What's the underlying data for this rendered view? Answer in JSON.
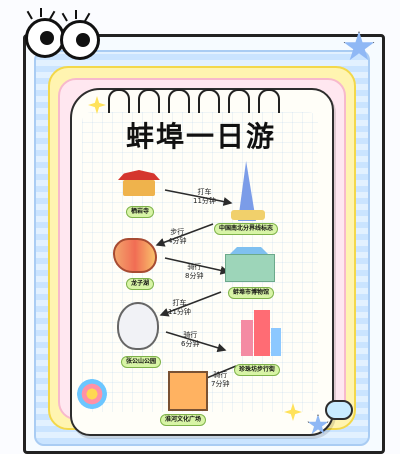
{
  "poster": {
    "title": "蚌埠一日游"
  },
  "nodes": [
    {
      "name": "栖岩寺"
    },
    {
      "name": "中国南北分界线标志"
    },
    {
      "name": "龙子湖"
    },
    {
      "name": "蚌埠市博物馆"
    },
    {
      "name": "张公山公园"
    },
    {
      "name": "珍珠坊步行街"
    },
    {
      "name": "淮河文化广场"
    }
  ],
  "routes": [
    {
      "mode": "打车",
      "time": "11分钟"
    },
    {
      "mode": "步行",
      "time": "4分钟"
    },
    {
      "mode": "骑行",
      "time": "8分钟"
    },
    {
      "mode": "打车",
      "time": "11分钟"
    },
    {
      "mode": "骑行",
      "time": "6分钟"
    },
    {
      "mode": "骑行",
      "time": "7分钟"
    }
  ],
  "colors": {
    "accent_yellow": "#ffcf46",
    "accent_blue": "#8fb8f5",
    "label_green": "#d8f4a6",
    "line_dark": "#2b2b2b"
  }
}
